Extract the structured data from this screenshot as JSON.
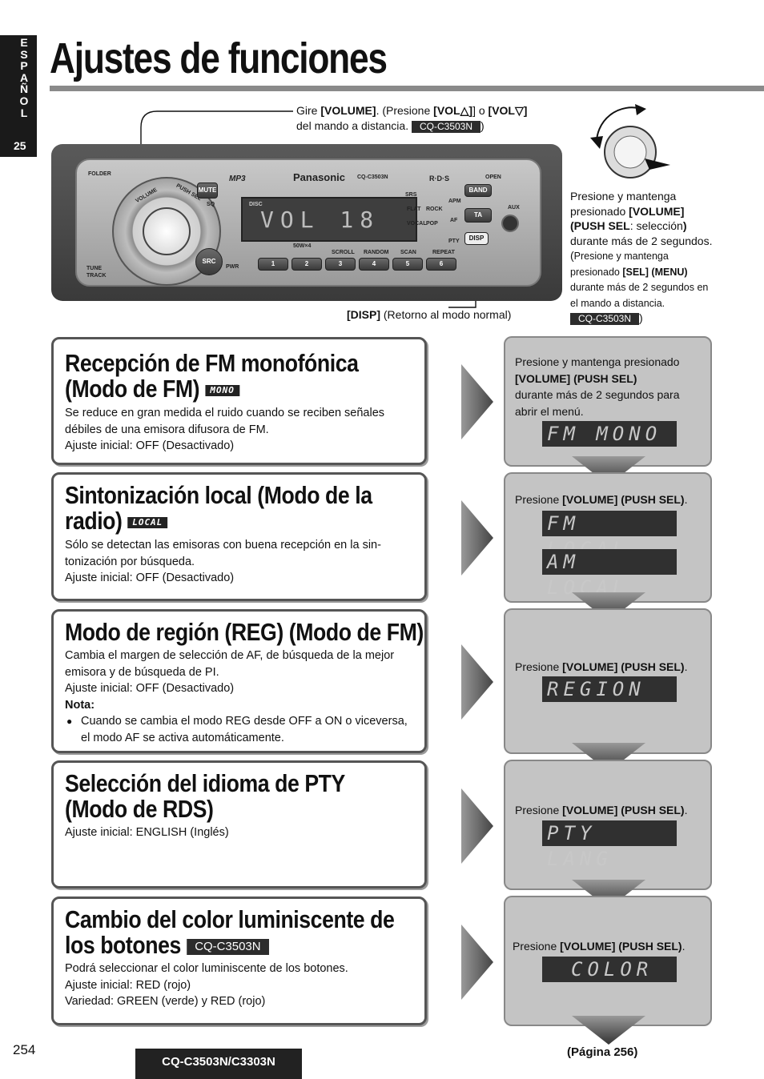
{
  "side_tab": {
    "letters": [
      "E",
      "S",
      "P",
      "A",
      "Ñ",
      "O",
      "L"
    ],
    "number": "25"
  },
  "page_title": "Ajustes de funciones",
  "callouts": {
    "volume": {
      "pre": "Gire ",
      "b1": "[VOLUME]",
      "mid1": ". (Presione ",
      "b2": "[VOL",
      "mid2": "] o ",
      "b3": "[VOL",
      "end1": "]",
      "line2": "del mando a distancia.",
      "badge": "CQ-C3503N",
      "close": ")"
    },
    "push_sel": {
      "t1": "Presione y mantenga presionado ",
      "b1": "[VOLUME] (PUSH SEL",
      "t2": ": selección",
      "b2": ")",
      "t3": " durante más de 2 segundos. (",
      "t4": "Presione y mantenga presionado ",
      "b3": "[SEL] (MENU)",
      "t5": " durante más de 2 segundos en el mando a distancia.",
      "badge": "CQ-C3503N",
      "close": ")"
    },
    "disp": {
      "bold": "[DISP]",
      "text": " (Retorno al modo normal)"
    }
  },
  "radio": {
    "brand": "Panasonic",
    "model": "CQ-C3503N",
    "mp3": "MP3",
    "rds": "R·D·S",
    "lcd_text": "VOL 18",
    "labels": {
      "folder": "FOLDER",
      "volume": "VOLUME",
      "push_sel": "PUSH SEL",
      "tune": "TUNE",
      "track": "TRACK",
      "sq": "SQ",
      "pwr": "PWR",
      "watts": "50W×4",
      "apm": "APM",
      "af": "AF",
      "pty": "PTY",
      "open": "OPEN",
      "aux": "AUX",
      "flat": "FLAT",
      "rock": "ROCK",
      "vocal": "VOCAL",
      "pop": "POP",
      "disc": "DISC",
      "srs": "SRS"
    },
    "buttons": {
      "mute": "MUTE",
      "src": "SRC",
      "band": "BAND",
      "ta": "TA",
      "disp": "DISP",
      "presets": [
        "1",
        "2",
        "3",
        "4",
        "5",
        "6"
      ],
      "preset_labels": [
        "SCROLL",
        "RANDOM",
        "SCAN",
        "REPEAT"
      ]
    }
  },
  "sections": [
    {
      "title_line1": "Recepción de FM monofónica",
      "title_line2": "(Modo de FM)",
      "icon": "MONO",
      "body": [
        "Se reduce en gran medida el ruido cuando se reciben señales",
        "débiles de una emisora difusora de FM.",
        "Ajuste inicial: OFF (Desactivado)"
      ],
      "panel_pre": "Presione y mantenga presionado",
      "panel_bold": "[VOLUME] (PUSH SEL)",
      "panel_post": "durante más de 2 segundos para abrir el menú.",
      "lcd": [
        "FM MONO"
      ]
    },
    {
      "title_line1": "Sintonización local (Modo de la",
      "title_line2": "radio)",
      "icon": "LOCAL",
      "body": [
        "Sólo se detectan las emisoras con buena recepción en la sin-",
        "tonización por búsqueda.",
        "Ajuste inicial: OFF (Desactivado)"
      ],
      "panel_pre": "Presione ",
      "panel_bold": "[VOLUME] (PUSH SEL)",
      "panel_post": ".",
      "lcd": [
        "FM LOCAL",
        "AM LOCAL"
      ]
    },
    {
      "title_line1": "Modo de región (REG) (Modo de FM)",
      "body": [
        "Cambia el margen de selección de AF, de búsqueda de la mejor",
        "emisora y de búsqueda de PI.",
        "Ajuste inicial: OFF (Desactivado)"
      ],
      "note_label": "Nota:",
      "note_bullet": "●",
      "note_line1": "Cuando se cambia el modo REG desde OFF a ON o viceversa,",
      "note_line2": "el modo AF se activa automáticamente.",
      "panel_pre": "Presione ",
      "panel_bold": "[VOLUME] (PUSH SEL)",
      "panel_post": ".",
      "lcd": [
        "REGION"
      ]
    },
    {
      "title_line1": "Selección del idioma de PTY",
      "title_line2": "(Modo de RDS)",
      "body": [
        "Ajuste inicial: ENGLISH (Inglés)"
      ],
      "panel_pre": "Presione ",
      "panel_bold": "[VOLUME] (PUSH SEL)",
      "panel_post": ".",
      "lcd": [
        "PTY LANG"
      ]
    },
    {
      "title_line1": "Cambio del color luminiscente de",
      "title_line2": "los botones",
      "badge": "CQ-C3503N",
      "body": [
        "Podrá seleccionar el color luminiscente de los botones.",
        "Ajuste inicial: RED (rojo)",
        "Variedad: GREEN (verde) y RED (rojo)"
      ],
      "panel_pre": "Presione ",
      "panel_bold": "[VOLUME] (PUSH SEL)",
      "panel_post": ".",
      "lcd": [
        "COLOR"
      ]
    }
  ],
  "footer": {
    "page_number": "254",
    "model": "CQ-C3503N/C3303N",
    "page_ref": "(Página 256)"
  }
}
